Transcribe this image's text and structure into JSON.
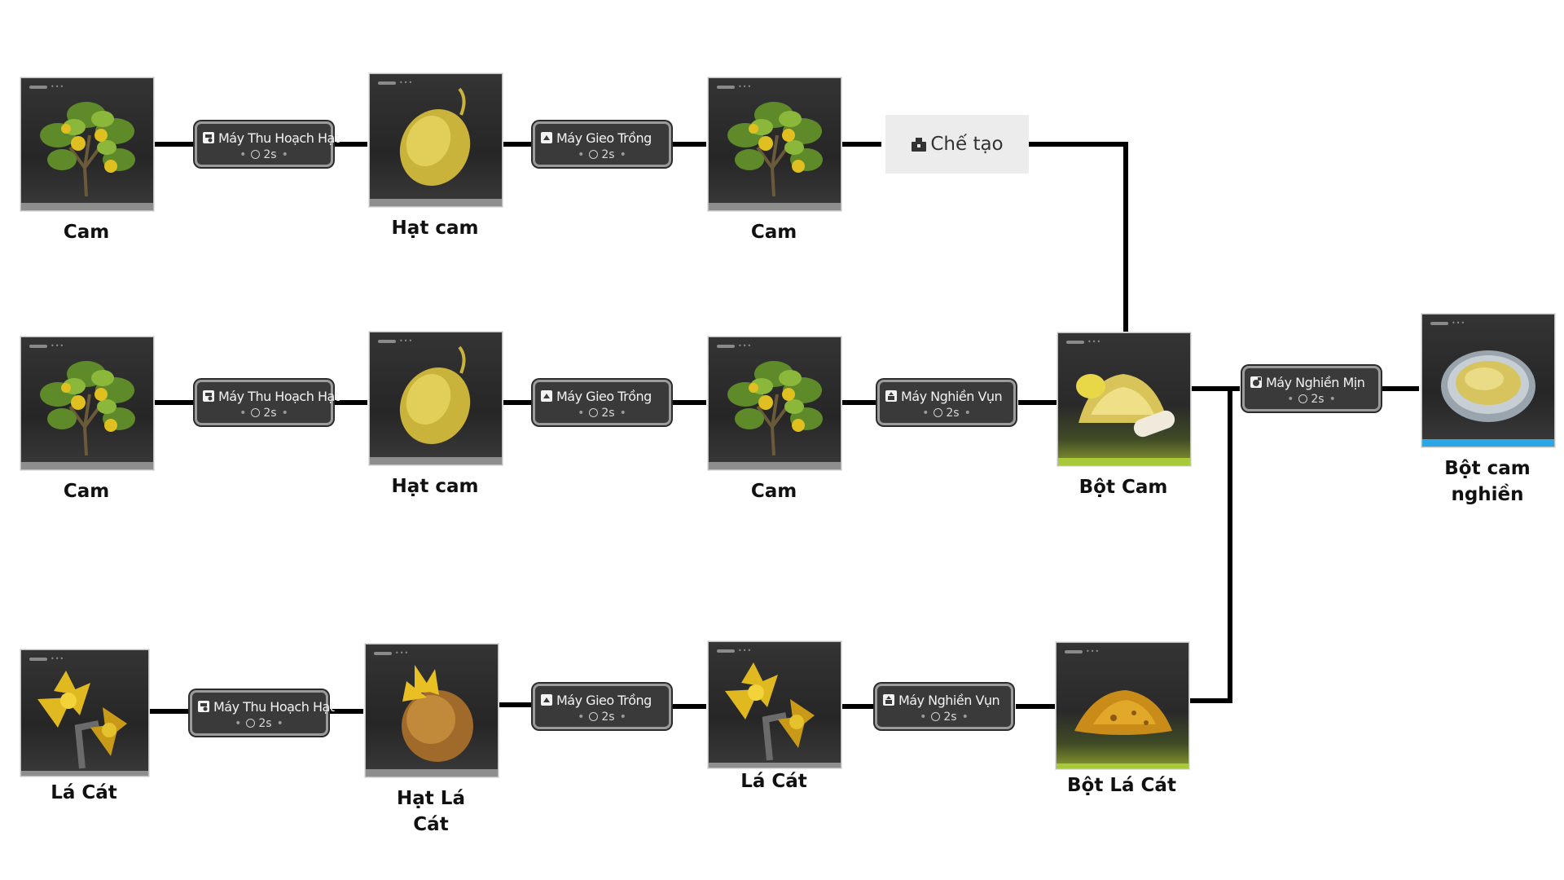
{
  "items": {
    "r1_cam1": {
      "label": "Cam"
    },
    "r1_seed": {
      "label": "Hạt cam"
    },
    "r1_cam2": {
      "label": "Cam"
    },
    "r2_cam1": {
      "label": "Cam"
    },
    "r2_seed": {
      "label": "Hạt cam"
    },
    "r2_cam2": {
      "label": "Cam"
    },
    "bot_cam": {
      "label": "Bột Cam"
    },
    "final": {
      "label": "Bột cam nghiền"
    },
    "r3_la1": {
      "label": "Lá Cát"
    },
    "r3_seed": {
      "label": "Hạt Lá Cát"
    },
    "r3_la2": {
      "label": "Lá Cát"
    },
    "bot_la": {
      "label": "Bột Lá Cát"
    }
  },
  "machines": {
    "m1a": {
      "name": "Máy Thu Hoạch Hạt",
      "time": "2s"
    },
    "m1b": {
      "name": "Máy Gieo Trồng",
      "time": "2s"
    },
    "m2a": {
      "name": "Máy Thu Hoạch Hạt",
      "time": "2s"
    },
    "m2b": {
      "name": "Máy Gieo Trồng",
      "time": "2s"
    },
    "m2c": {
      "name": "Máy Nghiền Vụn",
      "time": "2s"
    },
    "m3a": {
      "name": "Máy Thu Hoạch Hạt",
      "time": "2s"
    },
    "m3b": {
      "name": "Máy Gieo Trồng",
      "time": "2s"
    },
    "m3c": {
      "name": "Máy Nghiền Vụn",
      "time": "2s"
    },
    "mfinal": {
      "name": "Máy Nghiền Mịn",
      "time": "2s"
    }
  },
  "craft": {
    "label": "Chế tạo"
  },
  "colors": {
    "accent_green": "#a7c93a",
    "accent_blue": "#2aa7e6",
    "connector": "#000000"
  },
  "icons": [
    "machine-icon",
    "clock-icon",
    "craft-icon"
  ]
}
